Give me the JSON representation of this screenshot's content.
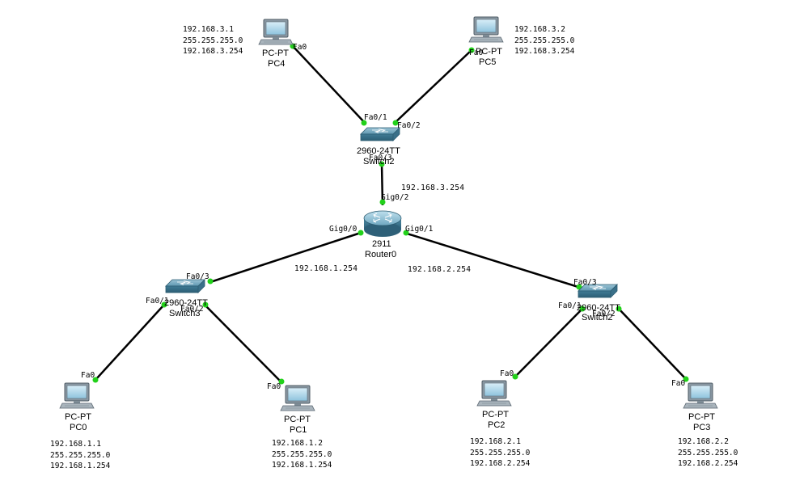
{
  "devices": {
    "pc4": {
      "model": "PC-PT",
      "name": "PC4",
      "port": "Fa0",
      "ip": "192.168.3.1",
      "mask": "255.255.255.0",
      "gw": "192.168.3.254"
    },
    "pc5": {
      "model": "PC-PT",
      "name": "PC5",
      "port": "Fa0",
      "ip": "192.168.3.2",
      "mask": "255.255.255.0",
      "gw": "192.168.3.254"
    },
    "pc0": {
      "model": "PC-PT",
      "name": "PC0",
      "port": "Fa0",
      "ip": "192.168.1.1",
      "mask": "255.255.255.0",
      "gw": "192.168.1.254"
    },
    "pc1": {
      "model": "PC-PT",
      "name": "PC1",
      "port": "Fa0",
      "ip": "192.168.1.2",
      "mask": "255.255.255.0",
      "gw": "192.168.1.254"
    },
    "pc2": {
      "model": "PC-PT",
      "name": "PC2",
      "port": "Fa0",
      "ip": "192.168.2.1",
      "mask": "255.255.255.0",
      "gw": "192.168.2.254"
    },
    "pc3": {
      "model": "PC-PT",
      "name": "PC3",
      "port": "Fa0",
      "ip": "192.168.2.2",
      "mask": "255.255.255.0",
      "gw": "192.168.2.254"
    },
    "switch2_top": {
      "model": "2960-24TT",
      "name": "Switch2",
      "p1": "Fa0/1",
      "p2": "Fa0/2",
      "p3": "Fa0/3"
    },
    "switch3": {
      "model": "2960-24TT",
      "name": "Switch3",
      "p1": "Fa0/1",
      "p2": "Fa0/2",
      "p3": "Fa0/3"
    },
    "switch2_right": {
      "model": "2960-24TT",
      "name": "Switch2",
      "p1": "Fa0/1",
      "p2": "Fa0/2",
      "p3": "Fa0/3"
    },
    "router0": {
      "model": "2911",
      "name": "Router0",
      "g0": "Gig0/0",
      "g1": "Gig0/1",
      "g2": "Gig0/2",
      "ip_g0": "192.168.1.254",
      "ip_g1": "192.168.2.254",
      "ip_g2": "192.168.3.254"
    }
  },
  "colors": {
    "link": "#000000",
    "port_up": "#22d11a",
    "switch_body": "#4f8fa8",
    "router_body": "#5e98b2"
  }
}
